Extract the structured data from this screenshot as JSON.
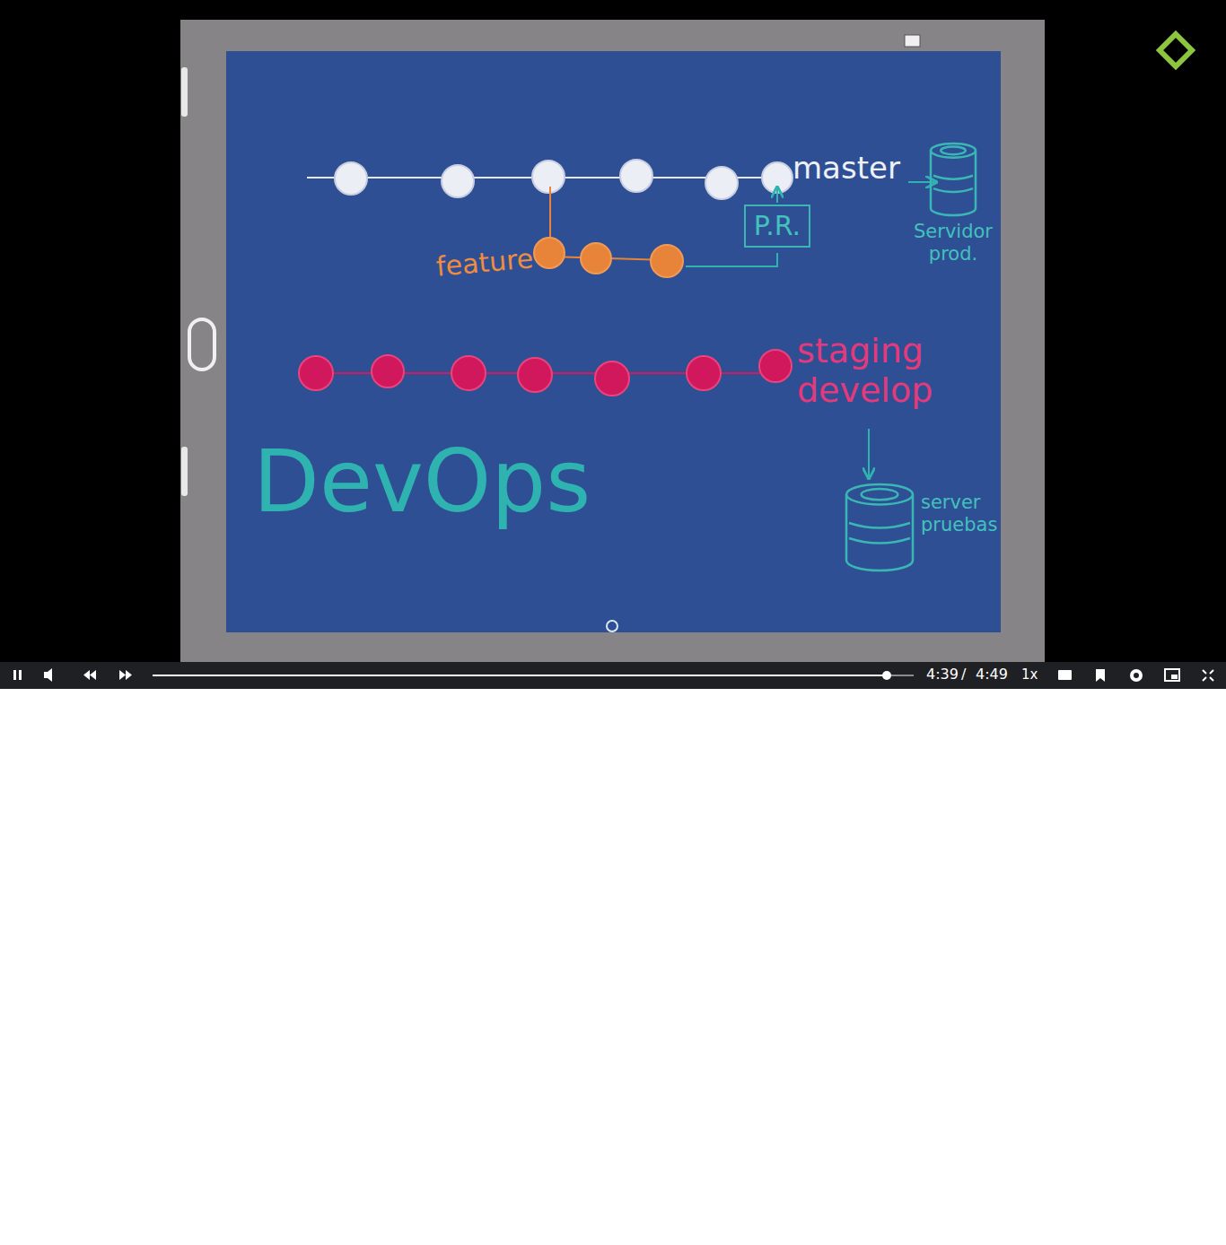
{
  "diagram": {
    "nodes": [
      {
        "text": [
          "P.R."
        ]
      },
      {
        "text": [
          "Servidor prod."
        ]
      },
      {
        "text": [
          "server pruebas"
        ]
      }
    ],
    "labels": [
      "master",
      "feature",
      "staging develop",
      "DevOps",
      "4:39",
      "/",
      "4:49",
      "1x"
    ]
  }
}
